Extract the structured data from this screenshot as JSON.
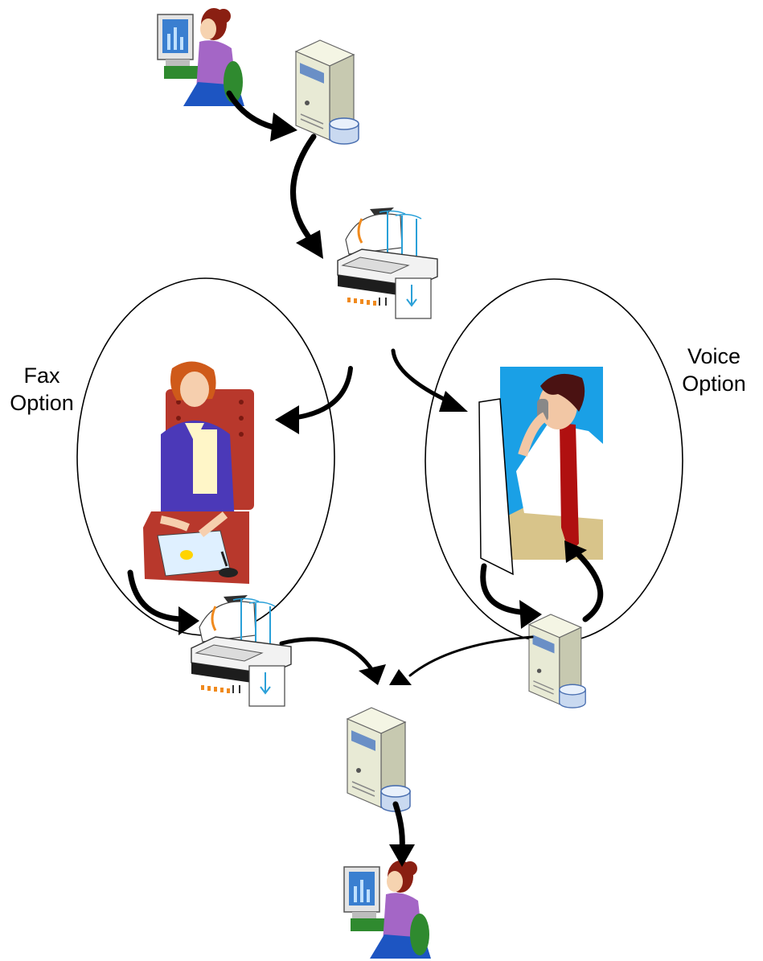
{
  "labels": {
    "fax_line1": "Fax",
    "fax_line2": "Option",
    "voice_line1": "Voice",
    "voice_line2": "Option"
  },
  "colors": {
    "ink": "#000000",
    "monitor_blue": "#3a7fd0",
    "shirt_purple": "#a466c6",
    "hair": "#8a1f12",
    "desk_green": "#2f8a2f",
    "server_body": "#e8ead5",
    "server_blue": "#6a8fc6",
    "fax_body": "#f2f2f2",
    "fax_orange": "#f08a1e",
    "voice_bg": "#1aa0e6",
    "jacket_blue": "#4b39b8",
    "desk_red": "#b8382c",
    "tie_red": "#b01010",
    "desk_tan": "#d8c48a"
  },
  "icons": [
    "woman-at-computer-icon",
    "server-icon",
    "fax-machine-icon",
    "woman-at-desk-icon",
    "man-on-phone-icon",
    "document-icon"
  ]
}
